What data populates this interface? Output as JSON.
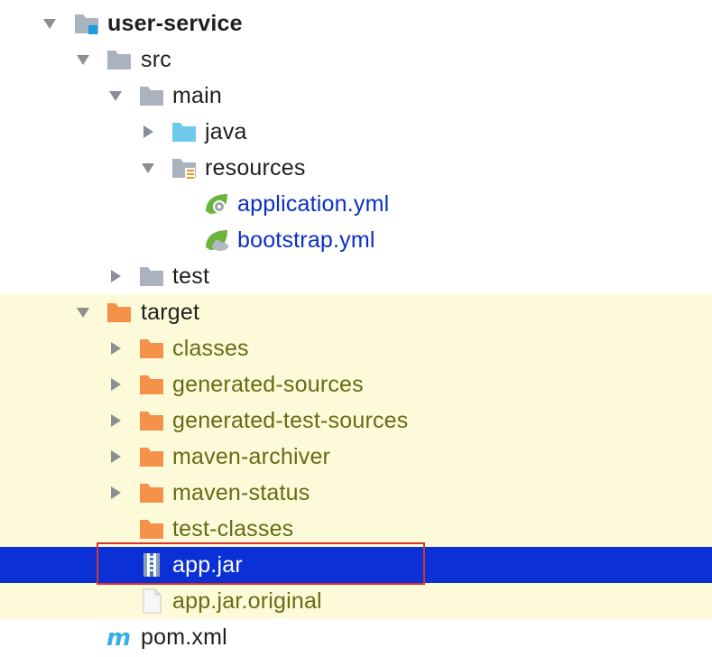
{
  "project_tree": {
    "root": {
      "label": "user-service",
      "icon": "module-folder-icon",
      "expanded": true
    },
    "src": {
      "label": "src",
      "icon": "folder-icon",
      "expanded": true
    },
    "main": {
      "label": "main",
      "icon": "folder-icon",
      "expanded": true
    },
    "java": {
      "label": "java",
      "icon": "source-root-folder-icon",
      "expanded": false
    },
    "resources": {
      "label": "resources",
      "icon": "resources-root-folder-icon",
      "expanded": true
    },
    "application_yml": {
      "label": "application.yml",
      "icon": "spring-config-icon"
    },
    "bootstrap_yml": {
      "label": "bootstrap.yml",
      "icon": "spring-cloud-config-icon"
    },
    "test": {
      "label": "test",
      "icon": "folder-icon",
      "expanded": false
    },
    "target": {
      "label": "target",
      "icon": "excluded-folder-icon",
      "expanded": true
    },
    "classes": {
      "label": "classes",
      "icon": "excluded-folder-icon",
      "expanded": false
    },
    "generated_sources": {
      "label": "generated-sources",
      "icon": "excluded-folder-icon",
      "expanded": false
    },
    "generated_test_sources": {
      "label": "generated-test-sources",
      "icon": "excluded-folder-icon",
      "expanded": false
    },
    "maven_archiver": {
      "label": "maven-archiver",
      "icon": "excluded-folder-icon",
      "expanded": false
    },
    "maven_status": {
      "label": "maven-status",
      "icon": "excluded-folder-icon",
      "expanded": false
    },
    "test_classes": {
      "label": "test-classes",
      "icon": "excluded-folder-icon"
    },
    "app_jar": {
      "label": "app.jar",
      "icon": "jar-archive-icon",
      "selected": true
    },
    "app_jar_original": {
      "label": "app.jar.original",
      "icon": "file-icon"
    },
    "pom_xml": {
      "label": "pom.xml",
      "icon": "maven-icon"
    }
  },
  "colors": {
    "selection": "#0b30d6",
    "excluded_background": "#fcfad9",
    "excluded_folder": "#f5924a",
    "folder": "#a9b2bd",
    "source_folder": "#6fc9ec",
    "config_text": "#0a2fc4",
    "generated_text": "#6a6a14",
    "annotation_border": "#d9362b"
  }
}
